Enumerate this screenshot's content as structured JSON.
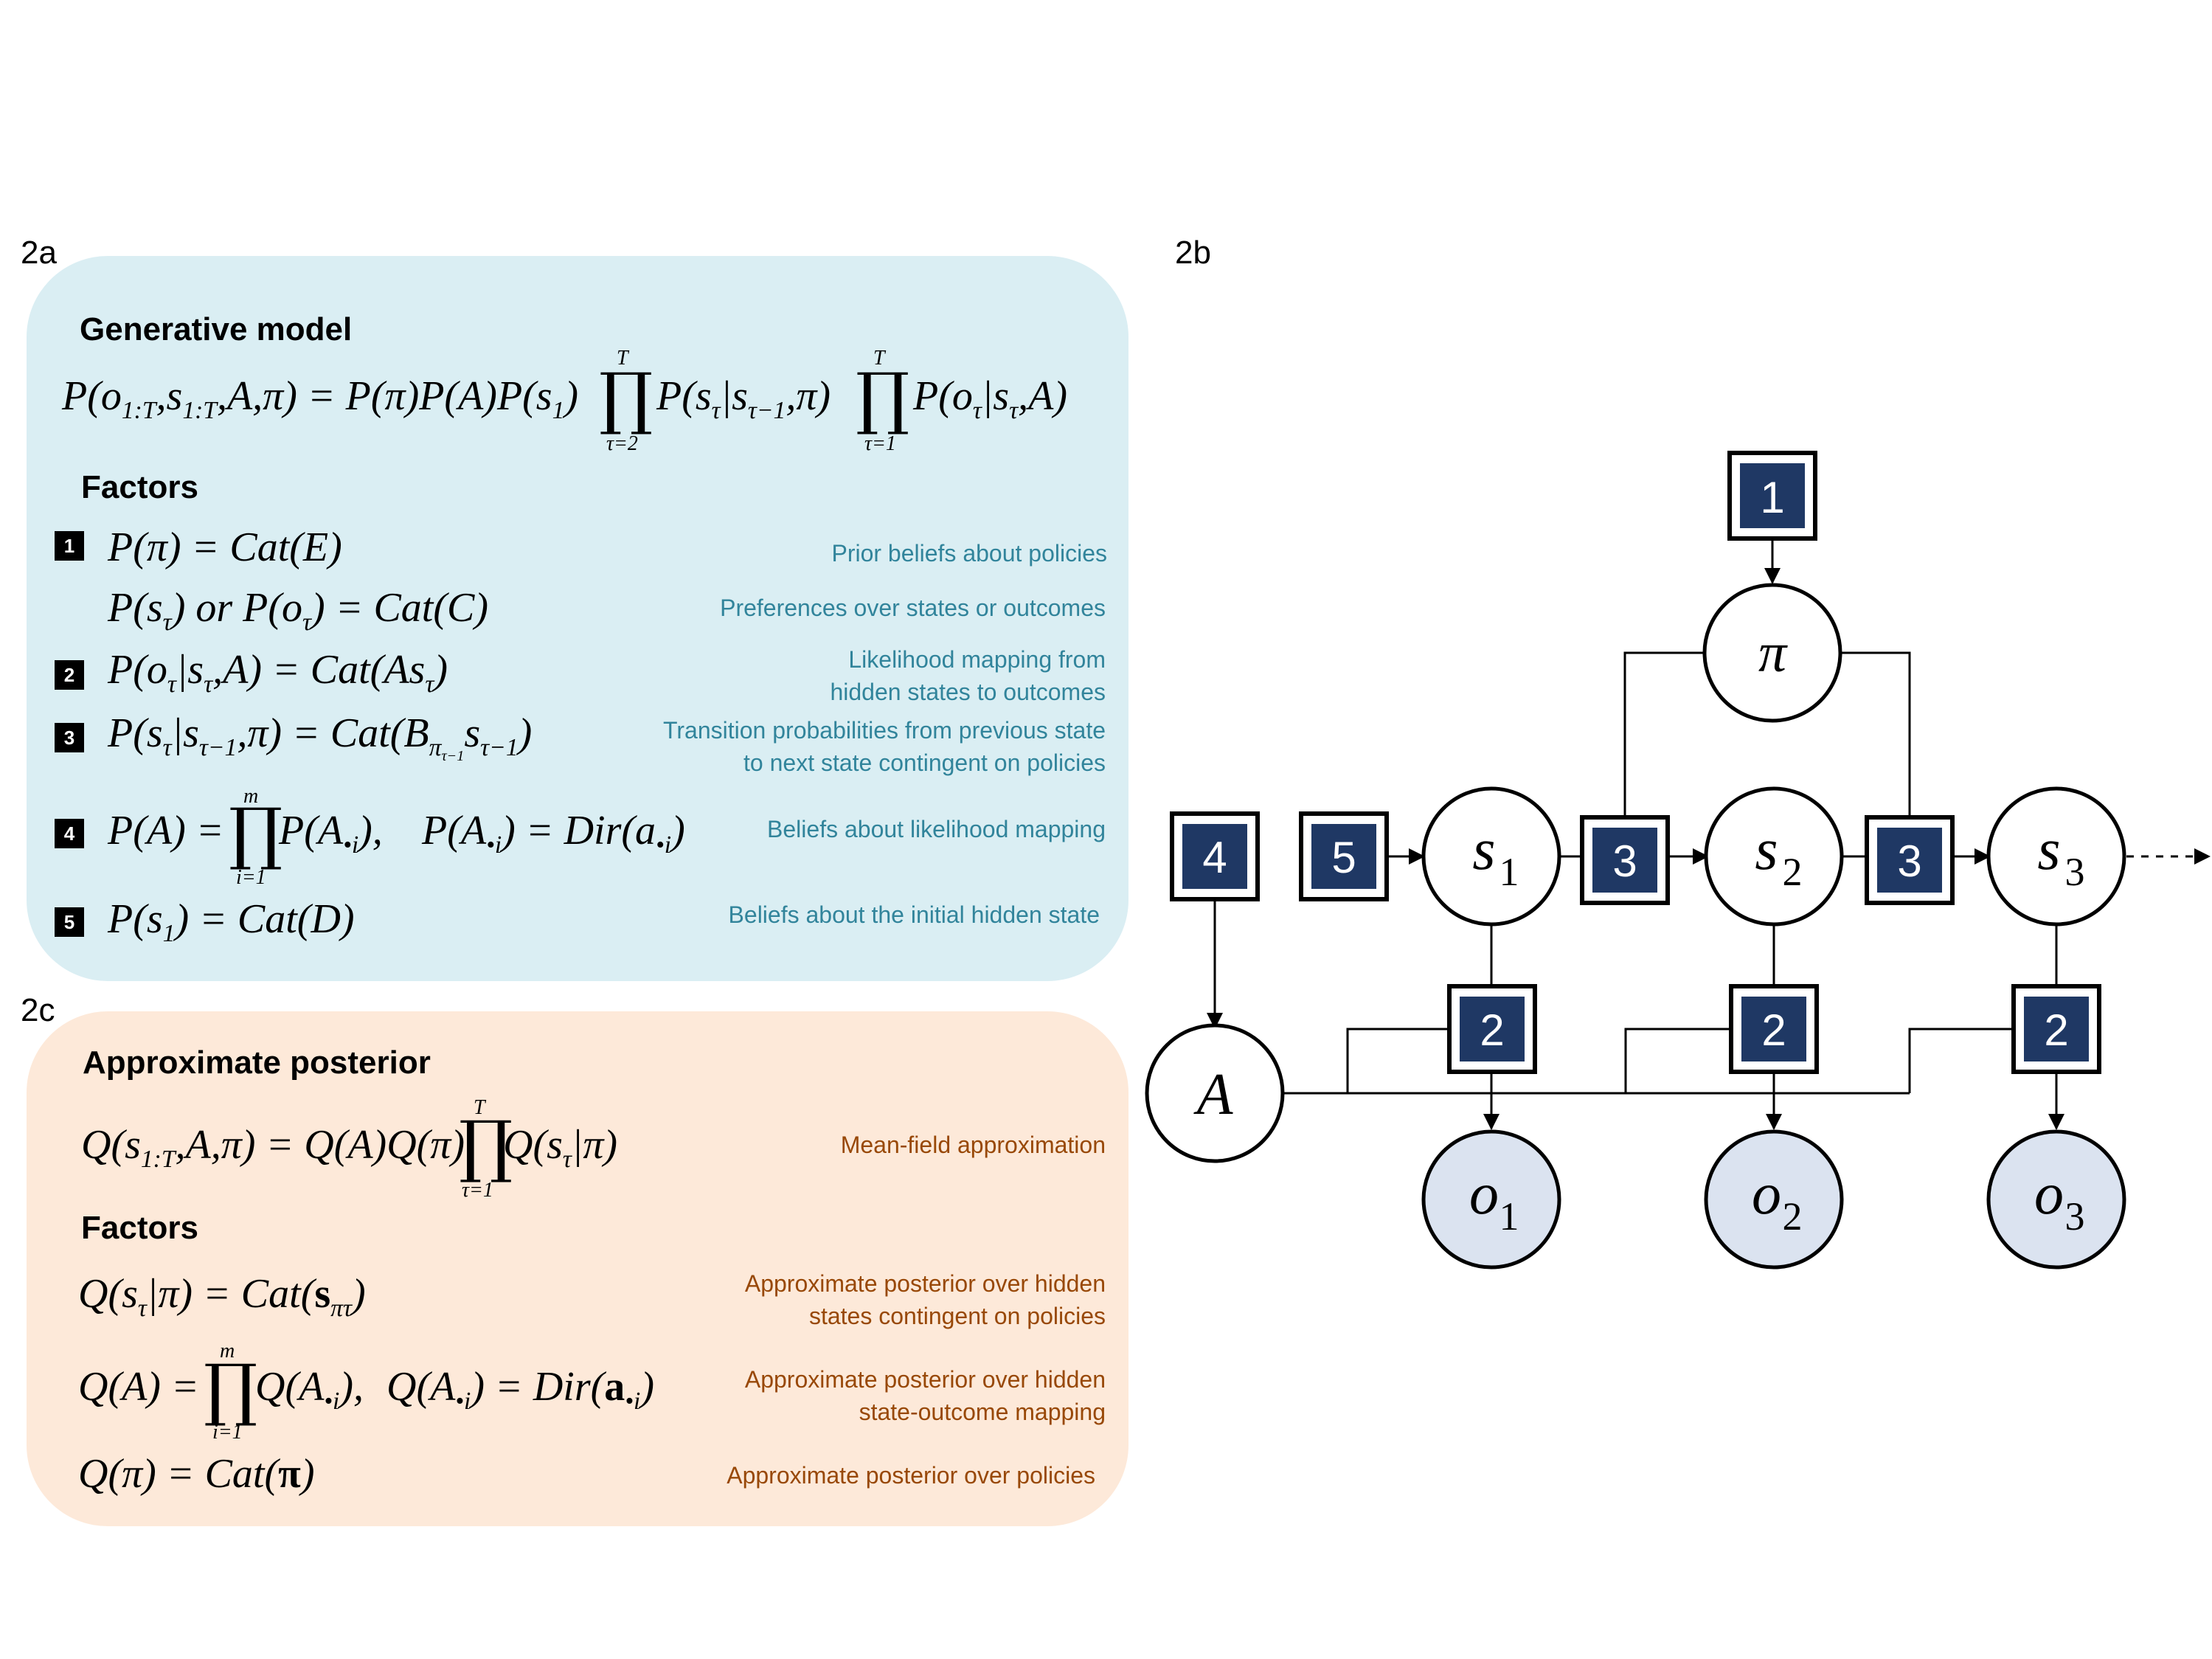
{
  "labels": {
    "a": "2a",
    "b": "2b",
    "c": "2c"
  },
  "generative": {
    "heading": "Generative model",
    "equation": {
      "lhs": "P(o",
      "lhs_sub1": "1:T",
      "lhs_mid": ",s",
      "lhs_sub2": "1:T",
      "lhs_end": ",A,π) = P(π)P(A)P(s",
      "s1_sub": "1",
      "after_s1": ")",
      "prod1_upper": "T",
      "prod1_lower": "τ=2",
      "term2a": "P(s",
      "term2_sub": "τ",
      "term2b": "|s",
      "term2_sub2": "τ−1",
      "term2c": ",π)",
      "prod2_upper": "T",
      "prod2_lower": "τ=1",
      "term3a": "P(o",
      "term3_sub": "τ",
      "term3b": "|s",
      "term3_sub2": "τ",
      "term3c": ",A)"
    },
    "factors_heading": "Factors",
    "factors": [
      {
        "badge": "1",
        "desc": "Prior beliefs about policies"
      },
      {
        "badge": "",
        "desc": "Preferences over states or outcomes"
      },
      {
        "badge": "2",
        "desc_line1": "Likelihood mapping from",
        "desc_line2": "hidden states to outcomes"
      },
      {
        "badge": "3",
        "desc_line1": "Transition probabilities from previous state",
        "desc_line2": "to next state contingent on policies"
      },
      {
        "badge": "4",
        "desc": "Beliefs about likelihood mapping"
      },
      {
        "badge": "5",
        "desc": "Beliefs about the initial hidden state"
      }
    ],
    "f1": {
      "text": "P(π) = Cat(E)"
    },
    "f_pref": {
      "a": "P(s",
      "sub1": "τ",
      "b": ") or P(o",
      "sub2": "τ",
      "c": ") = Cat(C)"
    },
    "f2": {
      "a": "P(o",
      "sub1": "τ",
      "b": "|s",
      "sub2": "τ",
      "c": ",A) = Cat(As",
      "sub3": "τ",
      "d": ")"
    },
    "f3": {
      "a": "P(s",
      "sub1": "τ",
      "b": "|s",
      "sub2": "τ−1",
      "c": ",π) = Cat(B",
      "sub3": "π",
      "sub3b": "τ−1",
      "d": "s",
      "sub4": "τ−1",
      "e": ")"
    },
    "f4": {
      "a": "P(A) =",
      "prod_upper": "m",
      "prod_lower": "i=1",
      "b": "P(A",
      "sub1": "•i",
      "c": "),",
      "d": "P(A",
      "sub2": "•i",
      "e": ") = Dir(a",
      "sub3": "•i",
      "f": ")"
    },
    "f5": {
      "a": "P(s",
      "sub1": "1",
      "b": ") = Cat(D)"
    }
  },
  "posterior": {
    "heading": "Approximate posterior",
    "equation": {
      "a": "Q(s",
      "sub1": "1:T",
      "b": ",A,π) = Q(A)Q(π)",
      "prod_upper": "T",
      "prod_lower": "τ=1",
      "c": "Q(s",
      "sub2": "τ",
      "d": "|π)"
    },
    "equation_desc": "Mean-field approximation",
    "factors_heading": "Factors",
    "q1": {
      "a": "Q(s",
      "sub1": "τ",
      "b": "|π) = Cat(",
      "bold": "s",
      "sub2": "πτ",
      "c": ")"
    },
    "q1_desc_line1": "Approximate posterior over hidden",
    "q1_desc_line2": "states contingent on policies",
    "q2": {
      "a": "Q(A) =",
      "prod_upper": "m",
      "prod_lower": "i=1",
      "b": "Q(A",
      "sub1": "•i",
      "c": "),",
      "d": "Q(A",
      "sub2": "•i",
      "e": ") = Dir(",
      "bold": "a",
      "sub3": "•i",
      "f": ")"
    },
    "q2_desc_line1": "Approximate posterior over hidden",
    "q2_desc_line2": "state-outcome mapping",
    "q3": {
      "a": "Q(π) = Cat(",
      "bold": "π",
      "b": ")"
    },
    "q3_desc": "Approximate posterior over policies"
  },
  "graph": {
    "nodes": {
      "pi": "π",
      "s1": "s",
      "s1_sub": "1",
      "s2": "s",
      "s2_sub": "2",
      "s3": "s",
      "s3_sub": "3",
      "A": "A",
      "o1": "o",
      "o1_sub": "1",
      "o2": "o",
      "o2_sub": "2",
      "o3": "o",
      "o3_sub": "3"
    },
    "factor_labels": {
      "f1": "1",
      "f5": "5",
      "f4": "4",
      "f3a": "3",
      "f3b": "3",
      "f2a": "2",
      "f2b": "2",
      "f2c": "2"
    },
    "colors": {
      "factor_fill": "#1f3864",
      "observed_fill": "#dbe3f0",
      "hidden_fill": "#ffffff"
    }
  }
}
